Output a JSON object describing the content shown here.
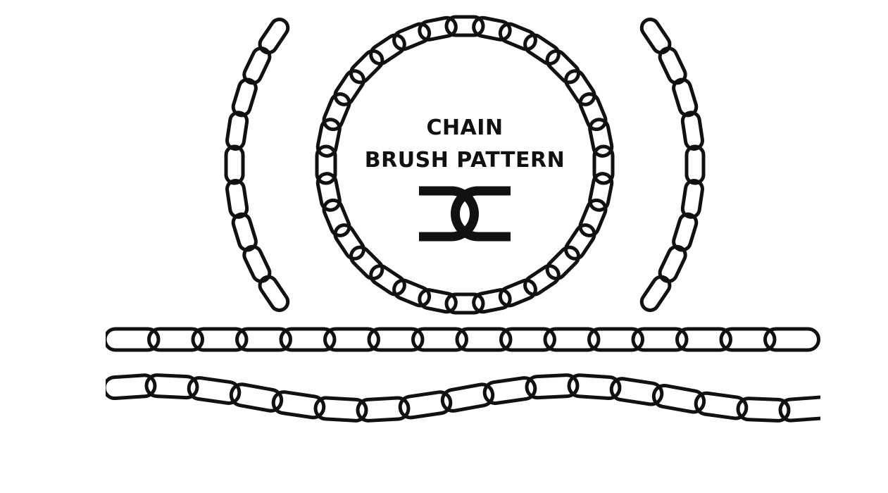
{
  "title": {
    "line1": "CHAIN",
    "line2": "BRUSH PATTERN"
  },
  "colors": {
    "ink": "#111111",
    "background": "#ffffff"
  },
  "elements": {
    "center_ring": "circular-chain-ring",
    "left_arc": "left-chain-arc",
    "right_arc": "right-chain-arc",
    "straight_chain": "straight-chain",
    "wavy_chain": "wavy-chain",
    "logo": "chain-link-icon"
  }
}
